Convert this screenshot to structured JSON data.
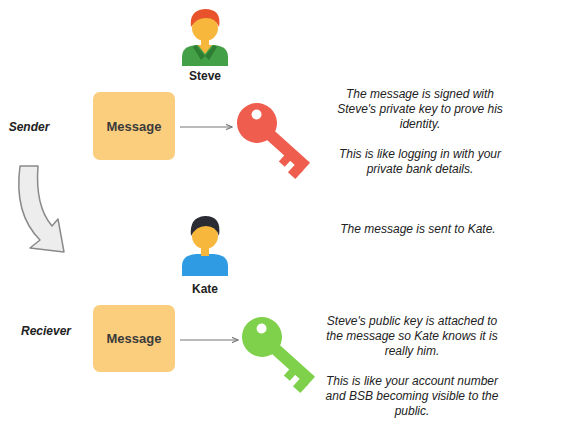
{
  "diagram": {
    "nodes": [
      {
        "text": [
          "Message"
        ]
      },
      {
        "text": [
          "Message"
        ]
      }
    ],
    "labels": [
      "Steve",
      "Sender",
      "The message is signed with Steve's private key to prove his identity.",
      "This is like logging in with your private bank details.",
      "The message is sent to Kate.",
      "Kate",
      "Reciever",
      "Steve's public key is attached to the message so Kate knows it is really him.",
      "This is like your account number and BSB becoming visible to the public."
    ]
  }
}
